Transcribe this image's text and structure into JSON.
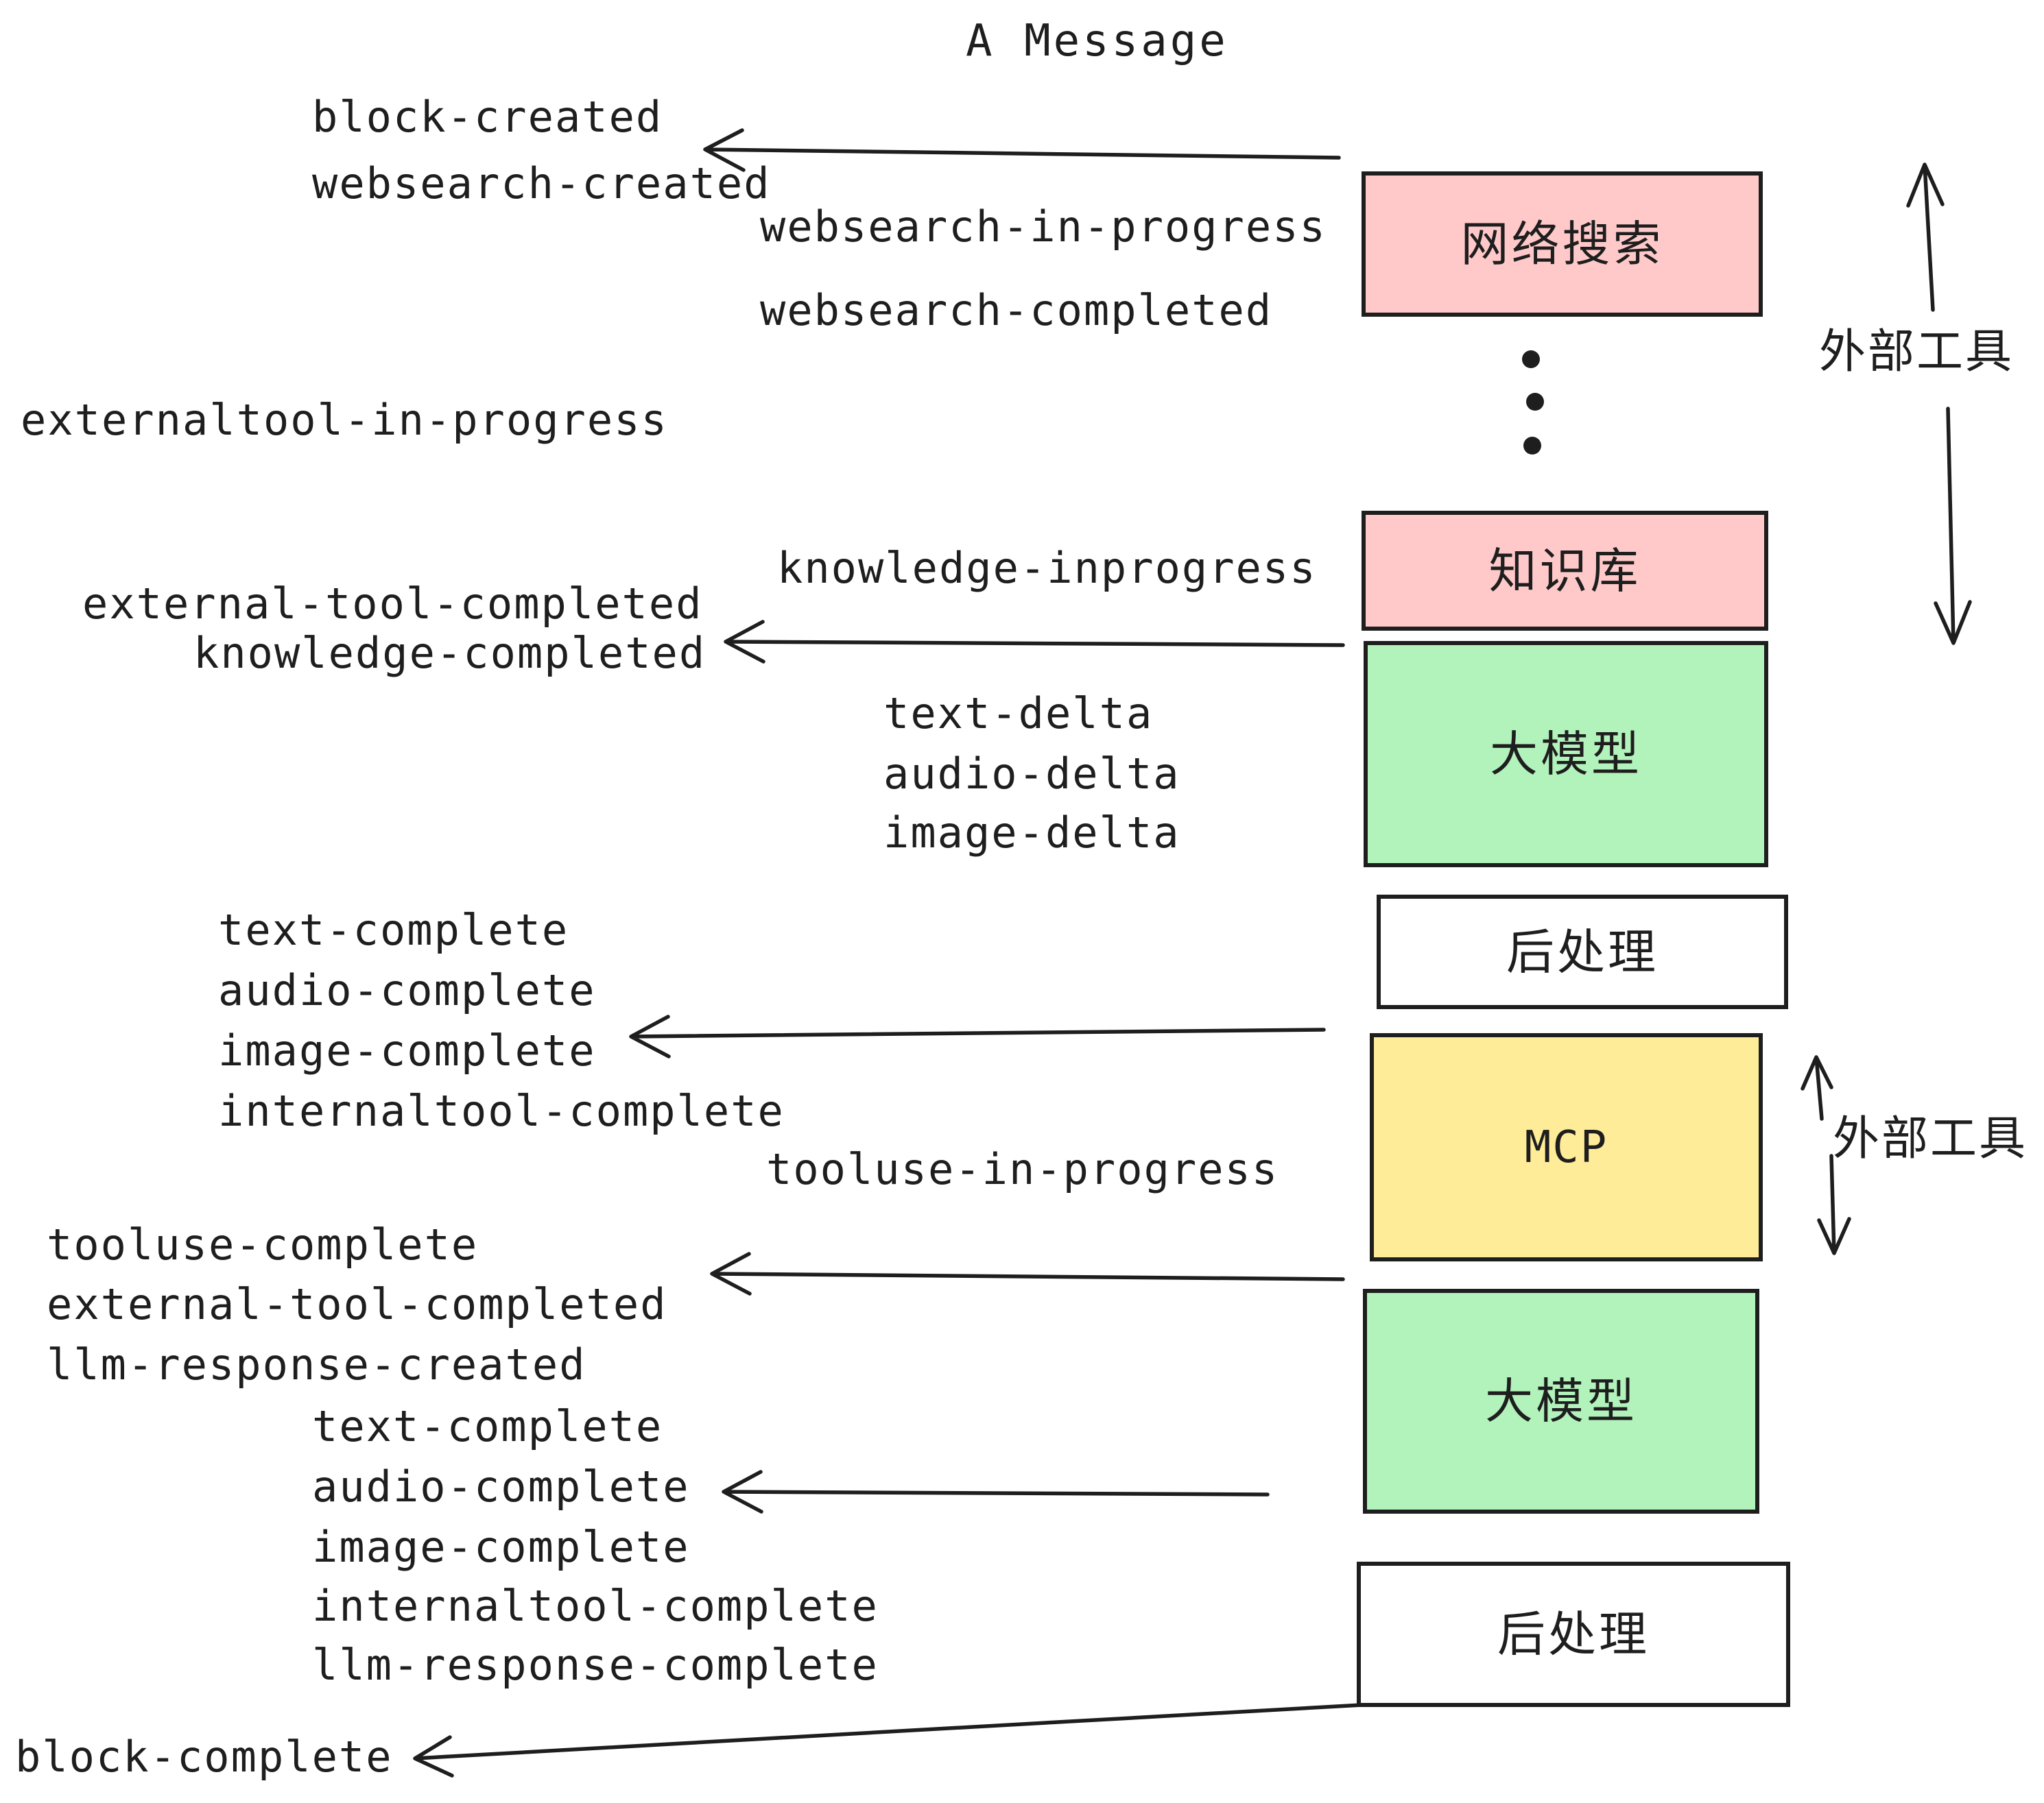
{
  "title": "A Message",
  "colors": {
    "pink": "#ffc9c9",
    "green": "#b2f2bb",
    "yellow": "#ffec99",
    "white": "#ffffff",
    "ink": "#1e1e1e"
  },
  "boxes": [
    {
      "id": "websearch",
      "label": "网络搜索",
      "fill": "pink"
    },
    {
      "id": "knowledge",
      "label": "知识库",
      "fill": "pink"
    },
    {
      "id": "llm-1",
      "label": "大模型",
      "fill": "green"
    },
    {
      "id": "postprocess-1",
      "label": "后处理",
      "fill": "white"
    },
    {
      "id": "mcp",
      "label": "MCP",
      "fill": "yellow"
    },
    {
      "id": "llm-2",
      "label": "大模型",
      "fill": "green"
    },
    {
      "id": "postprocess-2",
      "label": "后处理",
      "fill": "white"
    }
  ],
  "side_labels": [
    {
      "text": "外部工具"
    },
    {
      "text": "外部工具"
    }
  ],
  "ellipsis_dots": 3,
  "events": [
    {
      "text": "block-created"
    },
    {
      "text": "websearch-created"
    },
    {
      "text": "websearch-in-progress"
    },
    {
      "text": "websearch-completed"
    },
    {
      "text": "externaltool-in-progress"
    },
    {
      "text": "knowledge-inprogress"
    },
    {
      "text": "external-tool-completed"
    },
    {
      "text": "knowledge-completed"
    },
    {
      "text": "text-delta"
    },
    {
      "text": "audio-delta"
    },
    {
      "text": "image-delta"
    },
    {
      "text": "text-complete"
    },
    {
      "text": "audio-complete"
    },
    {
      "text": "image-complete"
    },
    {
      "text": "internaltool-complete"
    },
    {
      "text": "tooluse-in-progress"
    },
    {
      "text": "tooluse-complete"
    },
    {
      "text": "external-tool-completed"
    },
    {
      "text": "llm-response-created"
    },
    {
      "text": "text-complete"
    },
    {
      "text": "audio-complete"
    },
    {
      "text": "image-complete"
    },
    {
      "text": "internaltool-complete"
    },
    {
      "text": "llm-response-complete"
    },
    {
      "text": "block-complete"
    }
  ]
}
